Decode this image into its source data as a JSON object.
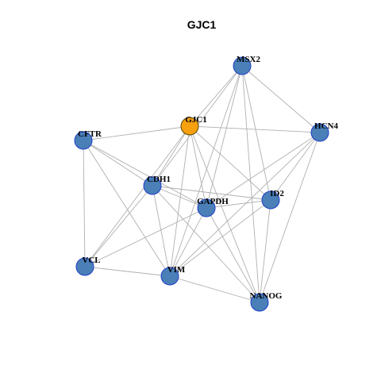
{
  "title": "GJC1",
  "colors": {
    "highlight_node": "#f5a00f",
    "highlight_stroke": "#5a4a00",
    "node_fill": "#4a7fb8",
    "node_stroke": "#1f3fc8",
    "edge": "#b0b0b0",
    "background": "#ffffff"
  },
  "nodes": [
    {
      "id": "GJC1",
      "label": "GJC1",
      "highlight": true
    },
    {
      "id": "MSX2",
      "label": "MSX2",
      "highlight": false
    },
    {
      "id": "HCN4",
      "label": "HCN4",
      "highlight": false
    },
    {
      "id": "CFTR",
      "label": "CFTR",
      "highlight": false
    },
    {
      "id": "CDH1",
      "label": "CDH1",
      "highlight": false
    },
    {
      "id": "GAPDH",
      "label": "GAPDH",
      "highlight": false
    },
    {
      "id": "ID2",
      "label": "ID2",
      "highlight": false
    },
    {
      "id": "VCL",
      "label": "VCL",
      "highlight": false
    },
    {
      "id": "VIM",
      "label": "VIM",
      "highlight": false
    },
    {
      "id": "NANOG",
      "label": "NANOG",
      "highlight": false
    }
  ],
  "edges": [
    [
      "GJC1",
      "MSX2"
    ],
    [
      "GJC1",
      "CFTR"
    ],
    [
      "GJC1",
      "HCN4"
    ],
    [
      "GJC1",
      "CDH1"
    ],
    [
      "GJC1",
      "GAPDH"
    ],
    [
      "GJC1",
      "ID2"
    ],
    [
      "GJC1",
      "VCL"
    ],
    [
      "GJC1",
      "VIM"
    ],
    [
      "GJC1",
      "NANOG"
    ],
    [
      "MSX2",
      "HCN4"
    ],
    [
      "MSX2",
      "ID2"
    ],
    [
      "MSX2",
      "CDH1"
    ],
    [
      "MSX2",
      "GAPDH"
    ],
    [
      "MSX2",
      "VIM"
    ],
    [
      "MSX2",
      "NANOG"
    ],
    [
      "HCN4",
      "GAPDH"
    ],
    [
      "HCN4",
      "ID2"
    ],
    [
      "HCN4",
      "NANOG"
    ],
    [
      "HCN4",
      "VIM"
    ],
    [
      "CFTR",
      "CDH1"
    ],
    [
      "CFTR",
      "GAPDH"
    ],
    [
      "CFTR",
      "VCL"
    ],
    [
      "CFTR",
      "VIM"
    ],
    [
      "CDH1",
      "GAPDH"
    ],
    [
      "CDH1",
      "ID2"
    ],
    [
      "CDH1",
      "VCL"
    ],
    [
      "CDH1",
      "VIM"
    ],
    [
      "CDH1",
      "NANOG"
    ],
    [
      "GAPDH",
      "ID2"
    ],
    [
      "GAPDH",
      "VCL"
    ],
    [
      "GAPDH",
      "VIM"
    ],
    [
      "GAPDH",
      "NANOG"
    ],
    [
      "ID2",
      "VIM"
    ],
    [
      "ID2",
      "NANOG"
    ],
    [
      "VCL",
      "VIM"
    ],
    [
      "VIM",
      "NANOG"
    ]
  ]
}
